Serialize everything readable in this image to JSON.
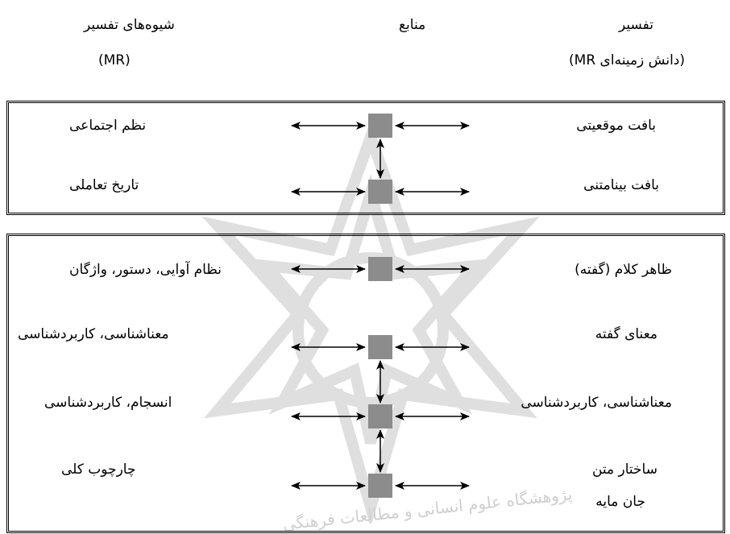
{
  "headers": {
    "col_right": "تفسیر",
    "col_right_sub": "(دانش زمینه‌ای MR)",
    "col_middle": "منابع",
    "col_left": "شیوه‌های تفسیر",
    "col_left_sub": "(MR)"
  },
  "box1": {
    "rows": [
      {
        "right": "بافت موقعیتی",
        "left": "نظم اجتماعی"
      },
      {
        "right": "بافت بینامتنی",
        "left": "تاریخ تعاملی"
      }
    ]
  },
  "box2": {
    "rows": [
      {
        "right": "ظاهر کلام (گفته)",
        "left": "نظام آوایی، دستور، واژگان"
      },
      {
        "right": "معنای گفته",
        "left": "معناشناسی، کاربردشناسی"
      },
      {
        "right": "معناشناسی، کاربردشناسی",
        "left": "انسجام، کاربردشناسی"
      },
      {
        "right": "ساختار متن",
        "left": "چارچوب کلی"
      }
    ],
    "extra": "جان مایه"
  },
  "watermark_text": "پژوهشگاه علوم انسانی و مطالعات فرهنگی",
  "colors": {
    "node": "#8c8c8c",
    "watermark": "#d9d9d9"
  }
}
